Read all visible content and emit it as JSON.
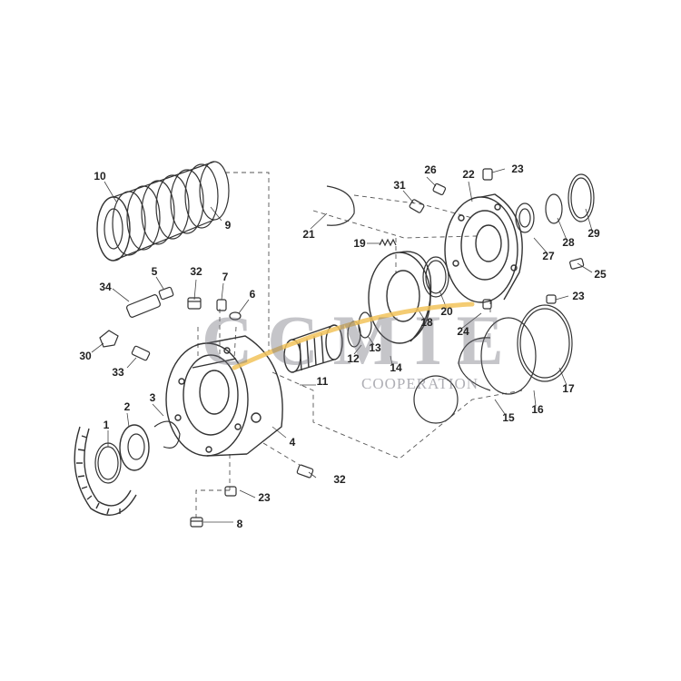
{
  "watermark": {
    "brand": "CCMIE",
    "sub": "COOPERATION",
    "accent": "#f2c35a"
  },
  "part_labels": [
    {
      "id": "p1",
      "text": "1"
    },
    {
      "id": "p2",
      "text": "2"
    },
    {
      "id": "p3",
      "text": "3"
    },
    {
      "id": "p4",
      "text": "4"
    },
    {
      "id": "p5",
      "text": "5"
    },
    {
      "id": "p6",
      "text": "6"
    },
    {
      "id": "p7",
      "text": "7"
    },
    {
      "id": "p8",
      "text": "8"
    },
    {
      "id": "p9",
      "text": "9"
    },
    {
      "id": "p10",
      "text": "10"
    },
    {
      "id": "p11",
      "text": "11"
    },
    {
      "id": "p12",
      "text": "12"
    },
    {
      "id": "p13",
      "text": "13"
    },
    {
      "id": "p14",
      "text": "14"
    },
    {
      "id": "p15",
      "text": "15"
    },
    {
      "id": "p16",
      "text": "16"
    },
    {
      "id": "p17",
      "text": "17"
    },
    {
      "id": "p18",
      "text": "18"
    },
    {
      "id": "p19",
      "text": "19"
    },
    {
      "id": "p20",
      "text": "20"
    },
    {
      "id": "p21",
      "text": "21"
    },
    {
      "id": "p22",
      "text": "22"
    },
    {
      "id": "p23a",
      "text": "23"
    },
    {
      "id": "p23b",
      "text": "23"
    },
    {
      "id": "p23c",
      "text": "23"
    },
    {
      "id": "p24",
      "text": "24"
    },
    {
      "id": "p25",
      "text": "25"
    },
    {
      "id": "p26",
      "text": "26"
    },
    {
      "id": "p27",
      "text": "27"
    },
    {
      "id": "p28",
      "text": "28"
    },
    {
      "id": "p29",
      "text": "29"
    },
    {
      "id": "p30",
      "text": "30"
    },
    {
      "id": "p31",
      "text": "31"
    },
    {
      "id": "p32a",
      "text": "32"
    },
    {
      "id": "p32b",
      "text": "32"
    },
    {
      "id": "p33",
      "text": "33"
    },
    {
      "id": "p34",
      "text": "34"
    }
  ]
}
